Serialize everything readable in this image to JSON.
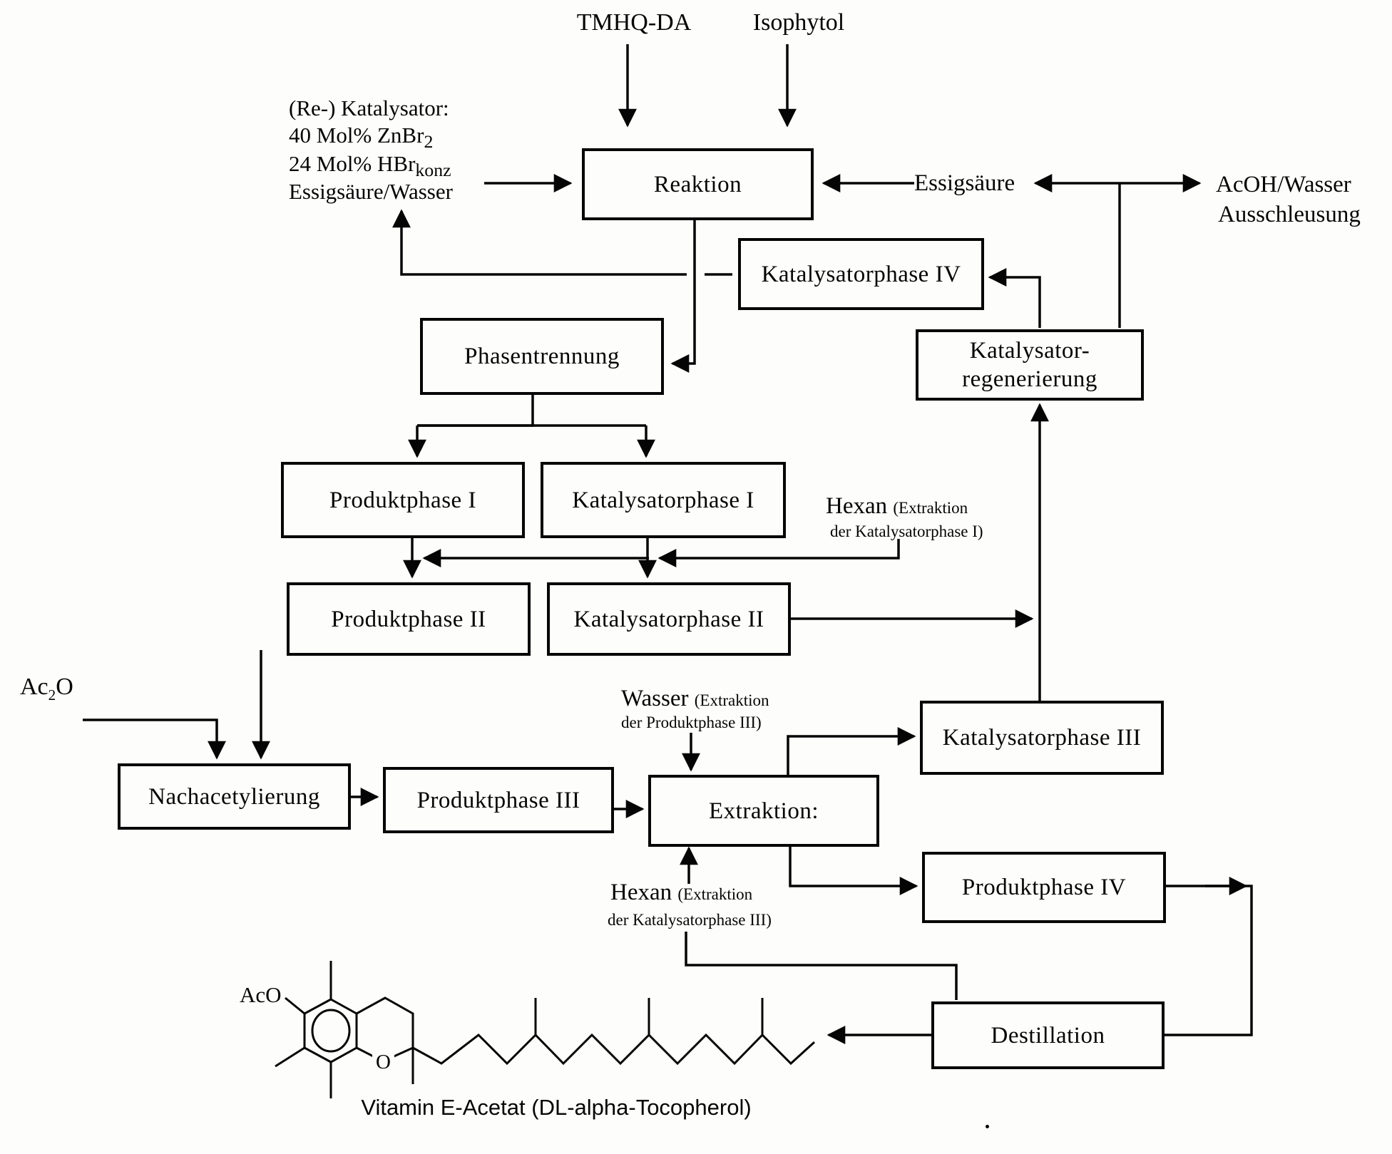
{
  "top_inputs": {
    "tmhq": "TMHQ-DA",
    "isophytol": "Isophytol"
  },
  "catalyst_note": {
    "line1": "(Re-) Katalysator:",
    "line2_base": "40 Mol% ZnBr",
    "line2_sub": "2",
    "line3_base": "24 Mol% HBr",
    "line3_sub": "konz",
    "line4": "Essigsäure/Wasser"
  },
  "boxes": {
    "reaktion": "Reaktion",
    "katalysatorphase4": "Katalysatorphase IV",
    "phasentrennung": "Phasentrennung",
    "katreg1": "Katalysator-",
    "katreg2": "regenerierung",
    "produktphase1": "Produktphase I",
    "katalysatorphase1": "Katalysatorphase I",
    "produktphase2": "Produktphase II",
    "katalysatorphase2": "Katalysatorphase II",
    "nachacetylierung": "Nachacetylierung",
    "produktphase3": "Produktphase III",
    "extraktion": "Extraktion:",
    "katalysatorphase3": "Katalysatorphase III",
    "produktphase4": "Produktphase IV",
    "destillation": "Destillation"
  },
  "streams": {
    "essigsaeure": "Essigsäure",
    "acoh1": "AcOH/Wasser",
    "acoh2": "Ausschleusung",
    "hexan1_word": "Hexan",
    "hexan1_paren": "(Extraktion",
    "hexan1_line2": "der Katalysatorphase I)",
    "wasser_word": "Wasser",
    "wasser_paren": "(Extraktion",
    "wasser_line2": "der Produktphase III)",
    "hexan3_word": "Hexan",
    "hexan3_paren": "(Extraktion",
    "hexan3_line2": "der Katalysatorphase III)",
    "ac2o_pre": "Ac",
    "ac2o_sub": "2",
    "ac2o_post": "O"
  },
  "structure": {
    "aco_label": "AcO",
    "o_label": "O",
    "caption": "Vitamin E-Acetat (DL-alpha-Tocopherol)"
  }
}
